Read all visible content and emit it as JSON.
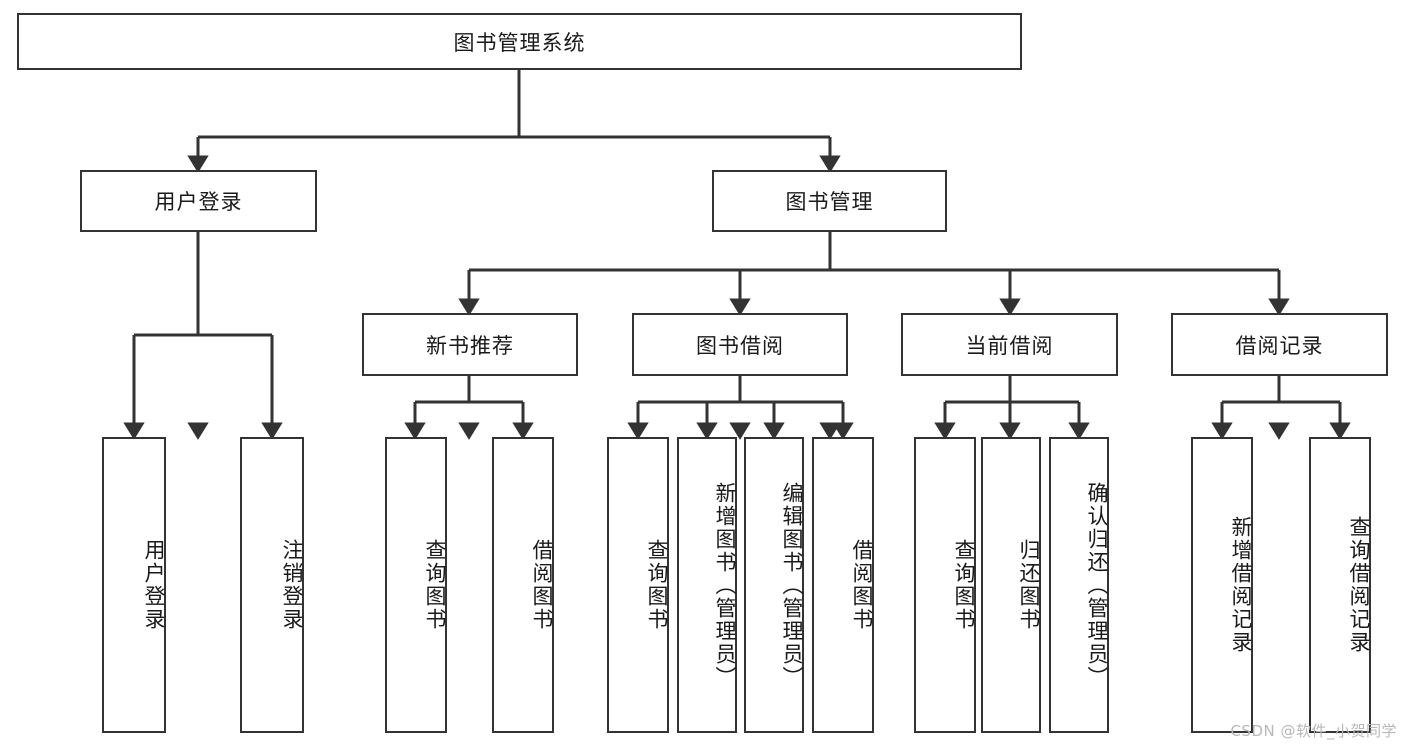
{
  "diagram": {
    "title": "图书管理系统",
    "type": "tree",
    "root": {
      "id": "root",
      "label": "图书管理系统"
    },
    "level2": [
      {
        "id": "user-login",
        "label": "用户登录"
      },
      {
        "id": "book-management",
        "label": "图书管理"
      }
    ],
    "level3": [
      {
        "id": "new-book-recommend",
        "label": "新书推荐",
        "parent": "book-management"
      },
      {
        "id": "book-borrow",
        "label": "图书借阅",
        "parent": "book-management"
      },
      {
        "id": "current-borrow",
        "label": "当前借阅",
        "parent": "book-management"
      },
      {
        "id": "borrow-record",
        "label": "借阅记录",
        "parent": "book-management"
      }
    ],
    "leaves": [
      {
        "id": "leaf-user-login",
        "label": "用户登录",
        "parent": "user-login"
      },
      {
        "id": "leaf-logout-login",
        "label": "注销登录",
        "parent": "user-login"
      },
      {
        "id": "leaf-query-book-1",
        "label": "查询图书",
        "parent": "new-book-recommend"
      },
      {
        "id": "leaf-borrow-book-1",
        "label": "借阅图书",
        "parent": "new-book-recommend"
      },
      {
        "id": "leaf-query-book-2",
        "label": "查询图书",
        "parent": "book-borrow"
      },
      {
        "id": "leaf-add-book",
        "label": "新增图书（管理员）",
        "parent": "book-borrow"
      },
      {
        "id": "leaf-edit-book",
        "label": "编辑图书（管理员）",
        "parent": "book-borrow"
      },
      {
        "id": "leaf-borrow-book-2",
        "label": "借阅图书",
        "parent": "book-borrow"
      },
      {
        "id": "leaf-query-book-3",
        "label": "查询图书",
        "parent": "current-borrow"
      },
      {
        "id": "leaf-return-book",
        "label": "归还图书",
        "parent": "current-borrow"
      },
      {
        "id": "leaf-confirm-return",
        "label": "确认归还（管理员）",
        "parent": "current-borrow"
      },
      {
        "id": "leaf-add-borrow-record",
        "label": "新增借阅记录",
        "parent": "borrow-record"
      },
      {
        "id": "leaf-query-borrow-record",
        "label": "查询借阅记录",
        "parent": "borrow-record"
      }
    ],
    "colors": {
      "stroke": "#333333",
      "fill": "#ffffff",
      "text": "#1a1a1a",
      "watermark": "#b8b8b8"
    }
  },
  "watermark": {
    "text": "CSDN @软件_小贺同学"
  }
}
